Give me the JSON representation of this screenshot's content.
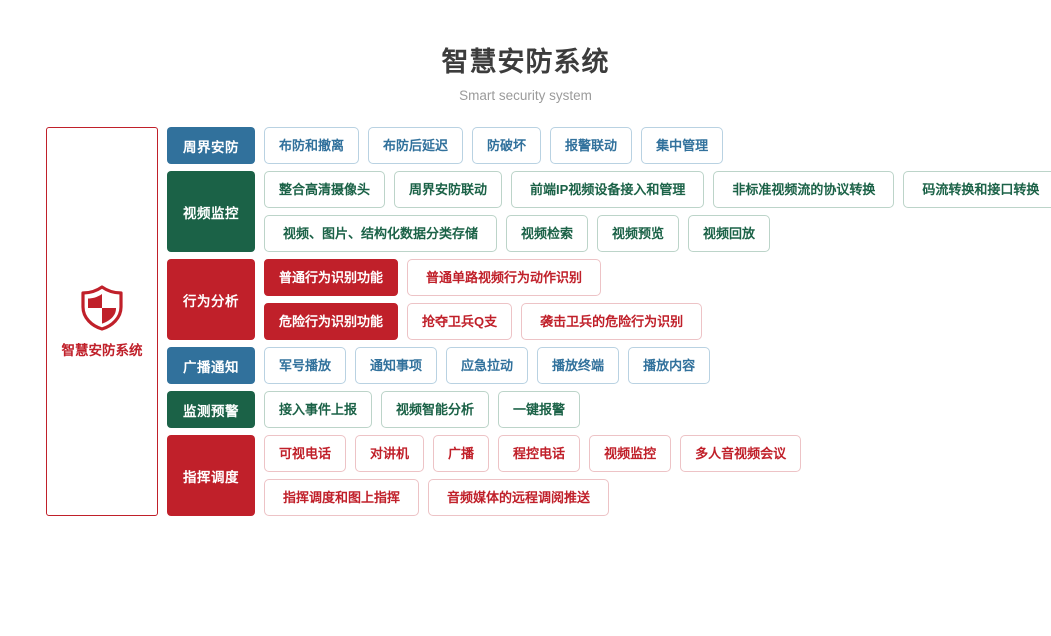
{
  "header": {
    "title": "智慧安防系统",
    "subtitle": "Smart security system"
  },
  "brand": {
    "icon": "shield-icon",
    "label": "智慧安防系统",
    "accent_color": "#c0202a"
  },
  "colors": {
    "blue": "#31719c",
    "green": "#1b6247",
    "red": "#c0202a",
    "title": "#3c3c3c",
    "subtitle": "#9b9b9b"
  },
  "rows": [
    {
      "category": "周界安防",
      "color": "blue",
      "lines": [
        [
          {
            "label": "布防和撤离",
            "style": "outline"
          },
          {
            "label": "布防后延迟",
            "style": "outline"
          },
          {
            "label": "防破坏",
            "style": "outline"
          },
          {
            "label": "报警联动",
            "style": "outline"
          },
          {
            "label": "集中管理",
            "style": "outline"
          }
        ]
      ]
    },
    {
      "category": "视频监控",
      "color": "green",
      "lines": [
        [
          {
            "label": "整合高清摄像头",
            "style": "outline"
          },
          {
            "label": "周界安防联动",
            "style": "outline"
          },
          {
            "label": "前端IP视频设备接入和管理",
            "style": "outline"
          },
          {
            "label": "非标准视频流的协议转换",
            "style": "outline"
          },
          {
            "label": "码流转换和接口转换",
            "style": "outline"
          }
        ],
        [
          {
            "label": "视频、图片、结构化数据分类存储",
            "style": "outline"
          },
          {
            "label": "视频检索",
            "style": "outline"
          },
          {
            "label": "视频预览",
            "style": "outline"
          },
          {
            "label": "视频回放",
            "style": "outline"
          }
        ]
      ]
    },
    {
      "category": "行为分析",
      "color": "red",
      "lines": [
        [
          {
            "label": "普通行为识别功能",
            "style": "solid"
          },
          {
            "label": "普通单路视频行为动作识别",
            "style": "outline"
          }
        ],
        [
          {
            "label": "危险行为识别功能",
            "style": "solid"
          },
          {
            "label": "抢夺卫兵Q支",
            "style": "outline"
          },
          {
            "label": "袭击卫兵的危险行为识别",
            "style": "outline"
          }
        ]
      ]
    },
    {
      "category": "广播通知",
      "color": "blue",
      "lines": [
        [
          {
            "label": "军号播放",
            "style": "outline"
          },
          {
            "label": "通知事项",
            "style": "outline"
          },
          {
            "label": "应急拉动",
            "style": "outline"
          },
          {
            "label": "播放终端",
            "style": "outline"
          },
          {
            "label": "播放内容",
            "style": "outline"
          }
        ]
      ]
    },
    {
      "category": "监测预警",
      "color": "green",
      "lines": [
        [
          {
            "label": "接入事件上报",
            "style": "outline"
          },
          {
            "label": "视频智能分析",
            "style": "outline"
          },
          {
            "label": "一键报警",
            "style": "outline"
          }
        ]
      ]
    },
    {
      "category": "指挥调度",
      "color": "red",
      "lines": [
        [
          {
            "label": "可视电话",
            "style": "outline"
          },
          {
            "label": "对讲机",
            "style": "outline"
          },
          {
            "label": "广播",
            "style": "outline"
          },
          {
            "label": "程控电话",
            "style": "outline"
          },
          {
            "label": "视频监控",
            "style": "outline"
          },
          {
            "label": "多人音视频会议",
            "style": "outline"
          }
        ],
        [
          {
            "label": "指挥调度和图上指挥",
            "style": "outline"
          },
          {
            "label": "音频媒体的远程调阅推送",
            "style": "outline"
          }
        ]
      ]
    }
  ]
}
